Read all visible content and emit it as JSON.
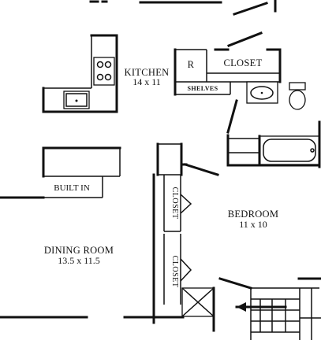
{
  "rooms": {
    "kitchen": {
      "name": "KITCHEN",
      "size": "14 x 11"
    },
    "bedroom": {
      "name": "BEDROOM",
      "size": "11 x 10"
    },
    "dining": {
      "name": "DINING ROOM",
      "size": "13.5 x 11.5"
    }
  },
  "labels": {
    "closet_top": "CLOSET",
    "refrigerator": "R",
    "shelves": "SHELVES",
    "built_in": "BUILT IN",
    "closet_vertical_1": "CLOSET",
    "closet_vertical_2": "CLOSET"
  }
}
